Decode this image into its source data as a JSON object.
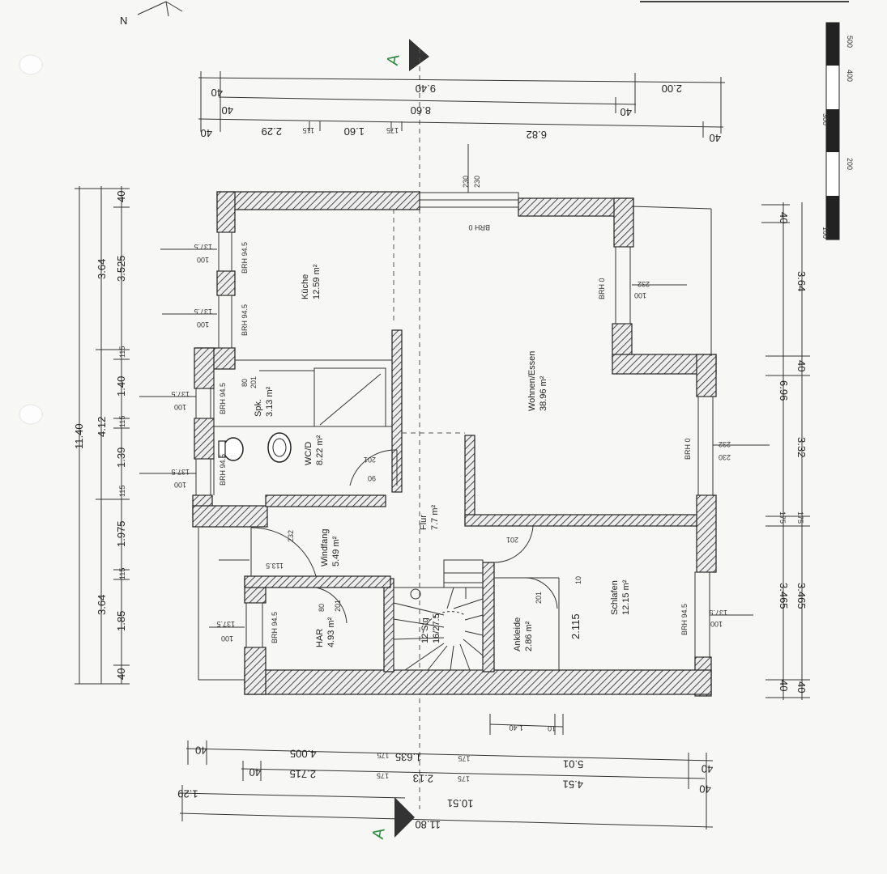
{
  "compass": {
    "label": "N"
  },
  "sections": [
    {
      "label": "A"
    },
    {
      "label": "A"
    }
  ],
  "scale_bar": {
    "ticks": [
      "500",
      "400",
      "300",
      "200",
      "100"
    ]
  },
  "dims_top": {
    "row1": [
      "40",
      "9.40",
      "2.00"
    ],
    "row2": [
      "40",
      "8.60",
      "40"
    ],
    "row3": [
      "40",
      "2.29",
      "115",
      "1.60",
      "175",
      "6.82",
      "40"
    ]
  },
  "dims_left": {
    "outer": "11.40",
    "mid": [
      "3.64",
      "4.12",
      "3.64"
    ],
    "inner": [
      "40",
      "3.525",
      "115",
      "1.40",
      "115",
      "1.39",
      "115",
      "1.975",
      "115",
      "1.85",
      "40"
    ]
  },
  "dims_right": {
    "outer": [
      "40",
      "3.64",
      "6.96",
      "40",
      "3.32",
      "175",
      "3.465",
      "40"
    ],
    "inner": [
      "175",
      "3.465",
      "40"
    ]
  },
  "dims_bottom": {
    "row1": [
      "40",
      "4.005",
      "175",
      "1.635",
      "175",
      "5.01",
      "40"
    ],
    "row2": [
      "40",
      "2.715",
      "175",
      "2.13",
      "175",
      "4.51",
      "40"
    ],
    "row3": [
      "1.29",
      "10.51"
    ],
    "row4": [
      "11.80"
    ]
  },
  "dims_misc": {
    "inner_small": [
      "10",
      "1.40"
    ],
    "ankleide_h": "2.115",
    "ankleide_top": "10"
  },
  "rooms": [
    {
      "name": "Küche",
      "area": "12.59 m²"
    },
    {
      "name": "Spk.",
      "area": "3.13 m²"
    },
    {
      "name": "WC/D",
      "area": "8.22 m²"
    },
    {
      "name": "Windfang",
      "area": "5.49 m²"
    },
    {
      "name": "HAR",
      "area": "4.93 m²"
    },
    {
      "name": "Flur",
      "area": "7.7 m²"
    },
    {
      "name": "Wohnen/Essen",
      "area": "38.96 m²"
    },
    {
      "name": "Schlafen",
      "area": "12.15 m²"
    },
    {
      "name": "Ankleide",
      "area": "2.86 m²"
    },
    {
      "name": "12 Stg",
      "area": "16/27.5"
    }
  ],
  "window_labels": {
    "brh": [
      "BRH 94.5",
      "BRH 94.5",
      "BRH 94.5",
      "BRH 94.5",
      "BRH 94.5",
      "BRH 0",
      "BRH 0",
      "BRH 0",
      "BRH 94.5"
    ],
    "sizes": [
      "137.5",
      "100",
      "137.5",
      "100",
      "137.5",
      "100",
      "137.5",
      "100",
      "137.5",
      "100",
      "113.5",
      "232",
      "230",
      "230",
      "232",
      "100",
      "232",
      "230",
      "137.5",
      "100"
    ]
  },
  "door_labels": [
    "80",
    "201",
    "201",
    "90",
    "80",
    "201",
    "201",
    "201"
  ]
}
